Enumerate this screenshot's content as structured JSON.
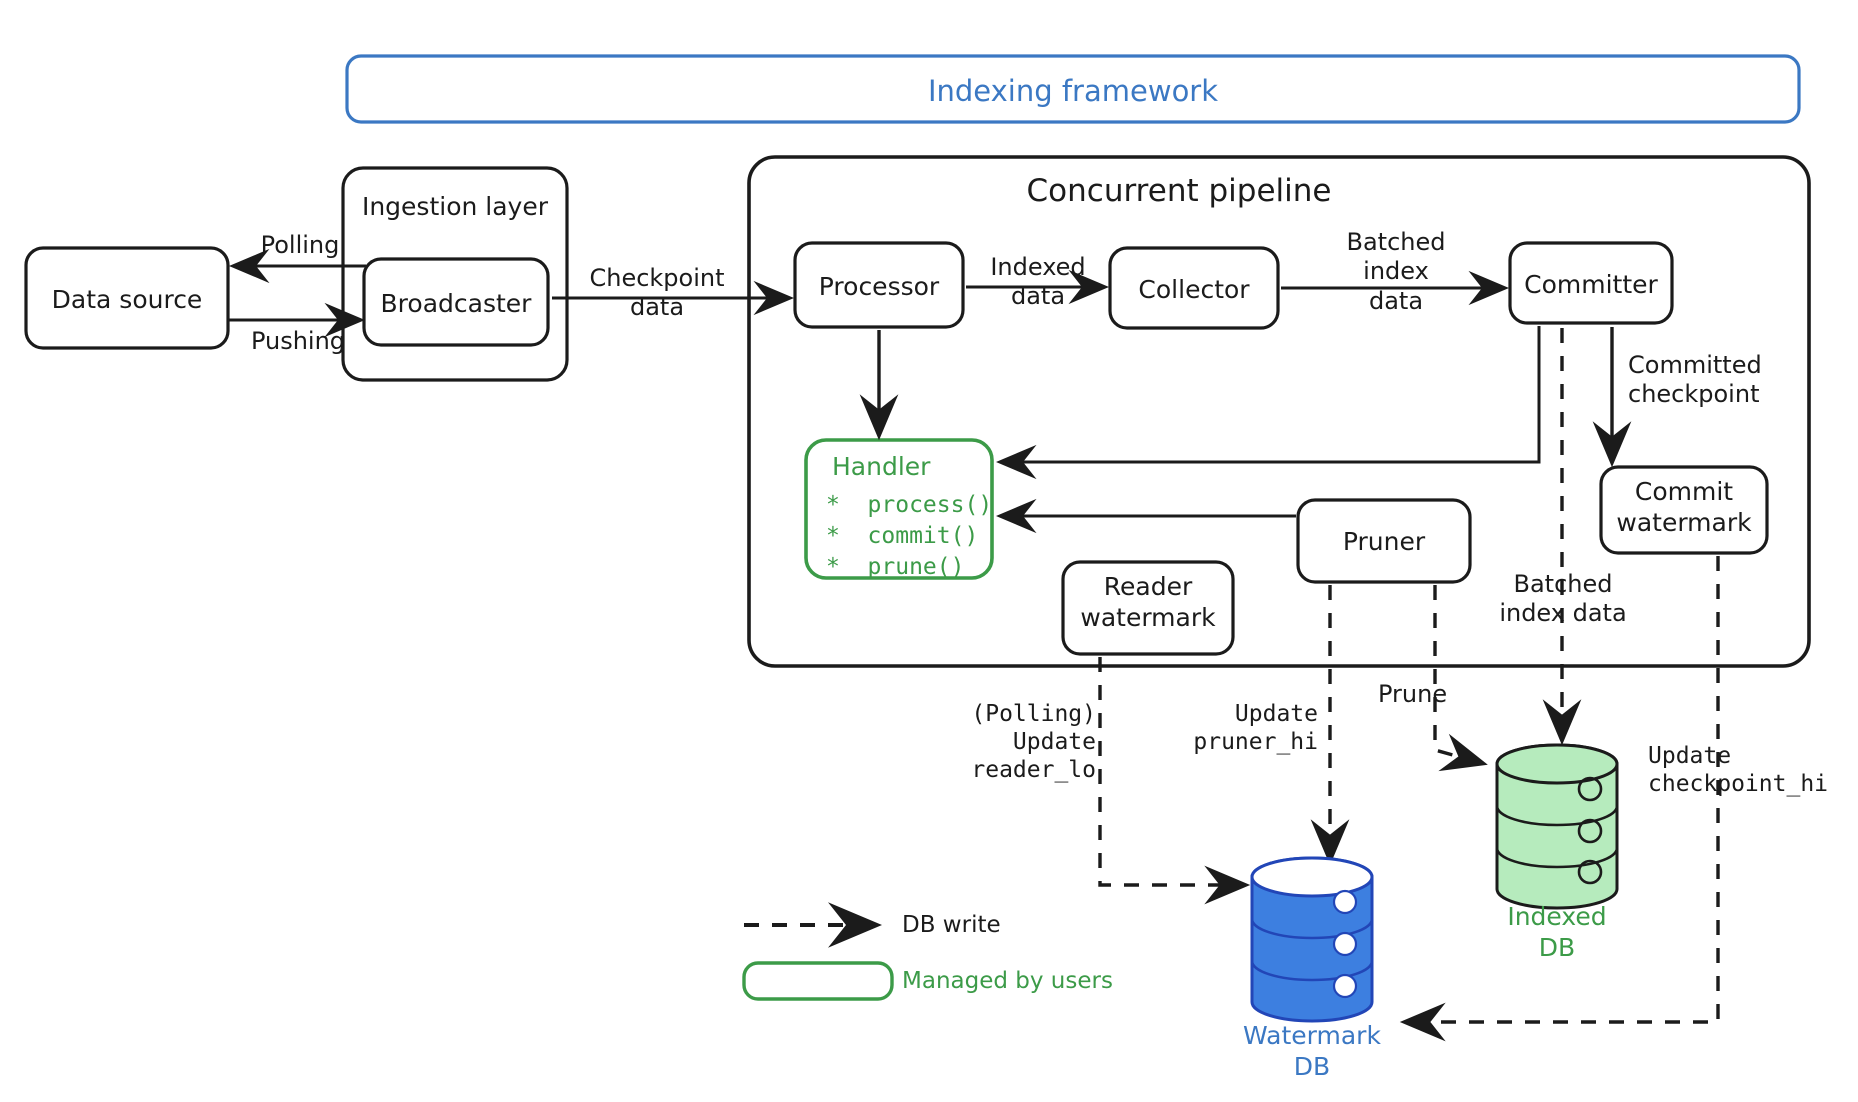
{
  "diagram": {
    "title": "Indexing framework",
    "containers": {
      "framework": "Indexing framework",
      "ingestion_layer": "Ingestion layer",
      "concurrent_pipeline": "Concurrent pipeline"
    },
    "nodes": {
      "data_source": "Data source",
      "broadcaster": "Broadcaster",
      "processor": "Processor",
      "collector": "Collector",
      "committer": "Committer",
      "commit_watermark": "Commit\nwatermark",
      "reader_watermark": "Reader\nwatermark",
      "pruner": "Pruner",
      "handler_title": "Handler",
      "handler_methods": "*  process()\n*  commit()\n*  prune()"
    },
    "databases": [
      {
        "name": "indexed_db",
        "label": "Indexed\nDB",
        "color": "#3c9b48",
        "fill": "#b6ebbd"
      },
      {
        "name": "watermark_db",
        "label": "Watermark\nDB",
        "color": "#2f6fd0",
        "fill": "#3d7fe0"
      }
    ],
    "edge_labels": {
      "polling": "Polling",
      "pushing": "Pushing",
      "checkpoint_data": "Checkpoint\ndata",
      "indexed_data": "Indexed\ndata",
      "batched_index_data_top": "Batched\nindex\ndata",
      "committed_checkpoint": "Committed\ncheckpoint",
      "batched_index_data_low": "Batched\nindex data",
      "prune": "Prune",
      "polling_update_reader_lo": "(Polling)\nUpdate\nreader_lo",
      "update_pruner_hi": "Update\npruner_hi",
      "update_checkpoint_hi": "Update\ncheckpoint_hi"
    },
    "legend": [
      {
        "name": "db-write",
        "label": "DB write",
        "kind": "dashed-arrow",
        "color": "#1b1b1b"
      },
      {
        "name": "managed-by-users",
        "label": "Managed by users",
        "kind": "green-box",
        "color": "#3c9b48"
      }
    ],
    "colors": {
      "accent_blue": "#3b78c3",
      "accent_green": "#3c9b48",
      "ink": "#1b1b1b",
      "db_green_fill": "#b6ebbd",
      "db_blue_fill": "#3d7fe0"
    }
  }
}
